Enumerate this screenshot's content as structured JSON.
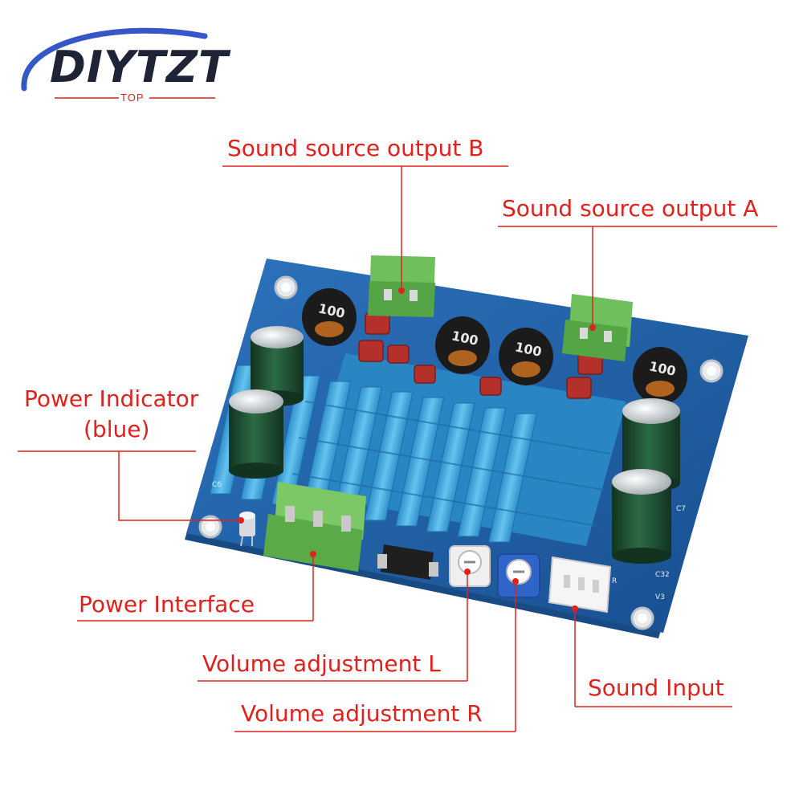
{
  "brand": {
    "name": "DIYTZT",
    "tagline": "TOP"
  },
  "callouts": {
    "output_b": "Sound source output B",
    "output_a": "Sound source output A",
    "power_indicator_line1": "Power Indicator",
    "power_indicator_line2": "(blue)",
    "power_interface": "Power Interface",
    "volume_l": "Volume adjustment L",
    "volume_r": "Volume adjustment R",
    "sound_input": "Sound Input"
  },
  "board": {
    "inductor_marking": "100",
    "silkscreen": [
      "C6",
      "C7",
      "C32",
      "V3",
      "R"
    ]
  },
  "colors": {
    "callout": "#e0221e",
    "pcb": "#1f5fa6",
    "heatsink": "#3aa7de",
    "terminal": "#62b552",
    "capacitor": "#1f4d33"
  }
}
